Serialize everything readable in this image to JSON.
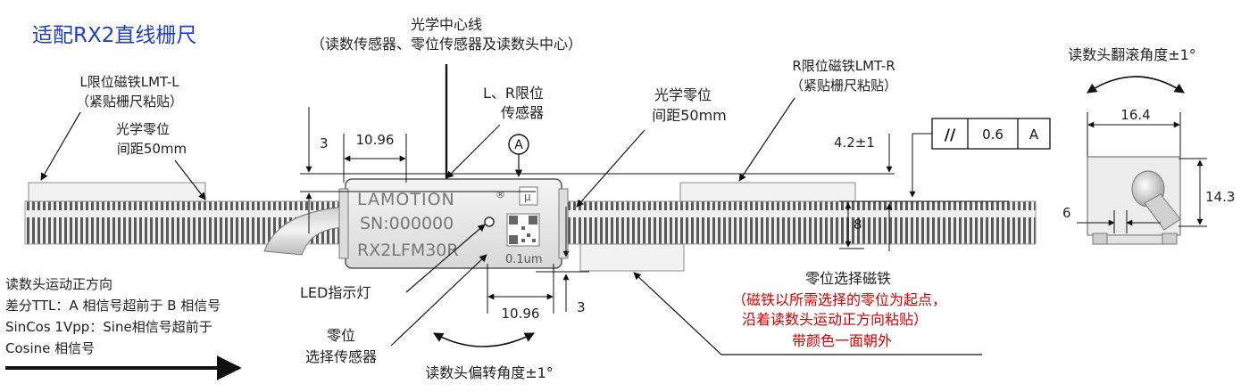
{
  "title": "适配RX2直线栅尺",
  "optical_center": {
    "line1": "光学中心线",
    "line2": "（读数传感器、零位传感器及读数头中心）"
  },
  "l_limit": {
    "line1": "L限位磁铁LMT-L",
    "line2": "（紧贴栅尺粘贴）"
  },
  "r_limit": {
    "line1": "R限位磁铁LMT-R",
    "line2": "（紧贴栅尺粘贴）"
  },
  "optical_zero_left": {
    "line1": "光学零位",
    "line2": "间距50mm"
  },
  "optical_zero_right": {
    "line1": "光学零位",
    "line2": "间距50mm"
  },
  "lr_limit_sensor": {
    "line1": "L、R限位",
    "line2": "传感器"
  },
  "datum": "A",
  "tolerance_frame": {
    "symbol": "//",
    "value": "0.6",
    "datum": "A"
  },
  "dimensions": {
    "top_3": "3",
    "top_1096": "10.96",
    "bottom_1096": "10.96",
    "bottom_3": "3",
    "height_8": "8",
    "gap_42": "4.2±1",
    "side_164": "16.4",
    "side_143": "14.3",
    "side_6": "6"
  },
  "readhead": {
    "brand": "LAMOTION",
    "reg": "®",
    "micro": "μ",
    "sn": "SN:000000",
    "model": "RX2LFM30R",
    "resolution": "0.1um"
  },
  "led_label": "LED指示灯",
  "zero_sensor": {
    "line1": "零位",
    "line2": "选择传感器"
  },
  "yaw_angle": "读数头偏转角度±1°",
  "roll_angle": "读数头翻滚角度±1°",
  "zero_magnet": {
    "title": "零位选择磁铁",
    "line1": "（磁铁以所需选择的零位为起点，",
    "line2": "沿着读数头运动正方向粘贴）",
    "line3": "带颜色一面朝外"
  },
  "motion": {
    "line1": "读数头运动正方向",
    "line2": "差分TTL：A 相信号超前于 B 相信号",
    "line3": "SinCos 1Vpp：Sine相信号超前于",
    "line4": "Cosine 相信号"
  },
  "colors": {
    "title": "#1f3fbf",
    "magnet_note": "#d40000",
    "scale_ticks": "#555555"
  }
}
